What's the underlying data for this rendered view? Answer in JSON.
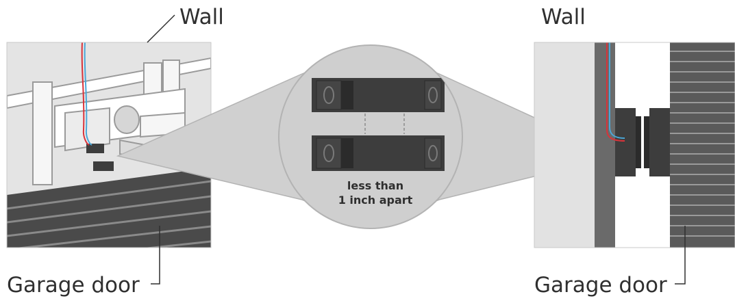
{
  "labels": {
    "left_wall": "Wall",
    "left_garage_door": "Garage door",
    "right_wall": "Wall",
    "right_garage_door": "Garage door",
    "callout_line1": "less than",
    "callout_line2": "1 inch apart"
  },
  "colors": {
    "background": "#ffffff",
    "wall_light": "#e2e2e2",
    "panel_mid": "#b6b6b6",
    "sensor_dark": "#3d3d3d",
    "door_dark": "#4a4a4a",
    "door_stripe": "#9a9a9a",
    "wire_red": "#d8333a",
    "wire_blue": "#4aa7d8"
  }
}
